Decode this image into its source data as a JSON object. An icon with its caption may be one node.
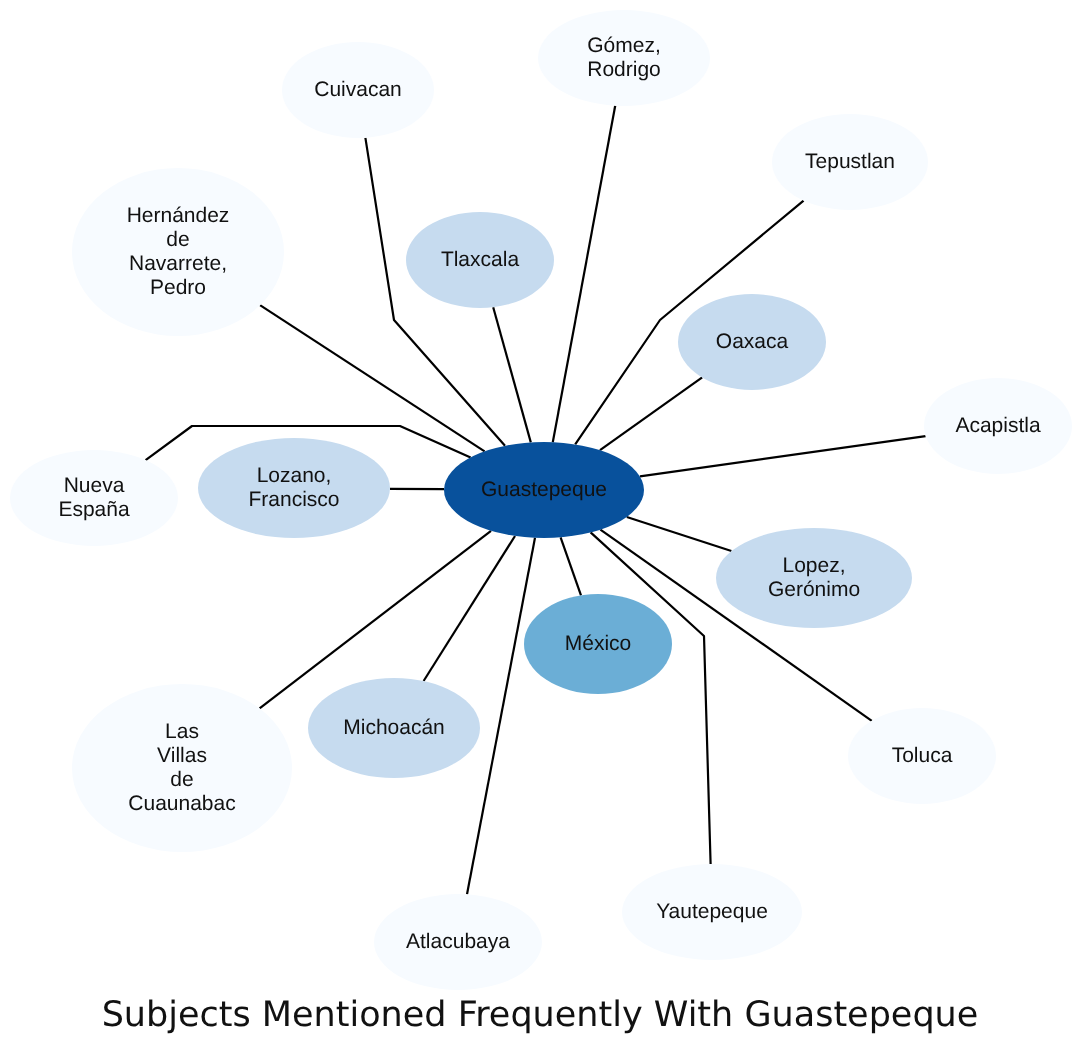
{
  "diagram": {
    "title": "Subjects Mentioned Frequently With Guastepeque",
    "nodes": [
      {
        "text": [
          "Gómez, Rodrigo"
        ]
      },
      {
        "text": [
          "Cuivacan"
        ]
      },
      {
        "text": [
          "Tepustlan"
        ]
      },
      {
        "text": [
          "Hernández de Navarrete, Pedro"
        ]
      },
      {
        "text": [
          "Tlaxcala"
        ]
      },
      {
        "text": [
          "Oaxaca"
        ]
      },
      {
        "text": [
          "Acapistla"
        ]
      },
      {
        "text": [
          "Nueva España"
        ]
      },
      {
        "text": [
          "Lozano, Francisco"
        ]
      },
      {
        "text": [
          "Guastepeque"
        ]
      },
      {
        "text": [
          "Lopez, Gerónimo"
        ]
      },
      {
        "text": [
          "México"
        ]
      },
      {
        "text": [
          "Michoacán"
        ]
      },
      {
        "text": [
          "Las Villas de Cuaunabac"
        ]
      },
      {
        "text": [
          "Toluca"
        ]
      },
      {
        "text": [
          "Yautepeque"
        ]
      },
      {
        "text": [
          "Atlacubaya"
        ]
      }
    ],
    "edges": [
      {
        "from": 9,
        "to": 0,
        "arrow": "none"
      },
      {
        "from": 9,
        "to": 1,
        "arrow": "none"
      },
      {
        "from": 9,
        "to": 2,
        "arrow": "none"
      },
      {
        "from": 9,
        "to": 3,
        "arrow": "none"
      },
      {
        "from": 9,
        "to": 4,
        "arrow": "none"
      },
      {
        "from": 9,
        "to": 5,
        "arrow": "none"
      },
      {
        "from": 9,
        "to": 6,
        "arrow": "none"
      },
      {
        "from": 9,
        "to": 7,
        "arrow": "none"
      },
      {
        "from": 9,
        "to": 8,
        "arrow": "none"
      },
      {
        "from": 9,
        "to": 10,
        "arrow": "none"
      },
      {
        "from": 9,
        "to": 11,
        "arrow": "none"
      },
      {
        "from": 9,
        "to": 12,
        "arrow": "none"
      },
      {
        "from": 9,
        "to": 13,
        "arrow": "none"
      },
      {
        "from": 9,
        "to": 14,
        "arrow": "none"
      },
      {
        "from": 9,
        "to": 15,
        "arrow": "none"
      },
      {
        "from": 9,
        "to": 16,
        "arrow": "none"
      }
    ]
  }
}
